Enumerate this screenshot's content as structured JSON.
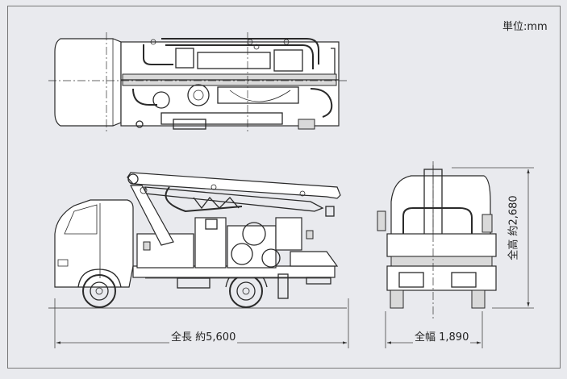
{
  "unit_label": "単位:mm",
  "dimensions": {
    "overall_length": "全長 約5,600",
    "overall_width": "全幅 1,890",
    "overall_height": "全高 約2,680"
  }
}
